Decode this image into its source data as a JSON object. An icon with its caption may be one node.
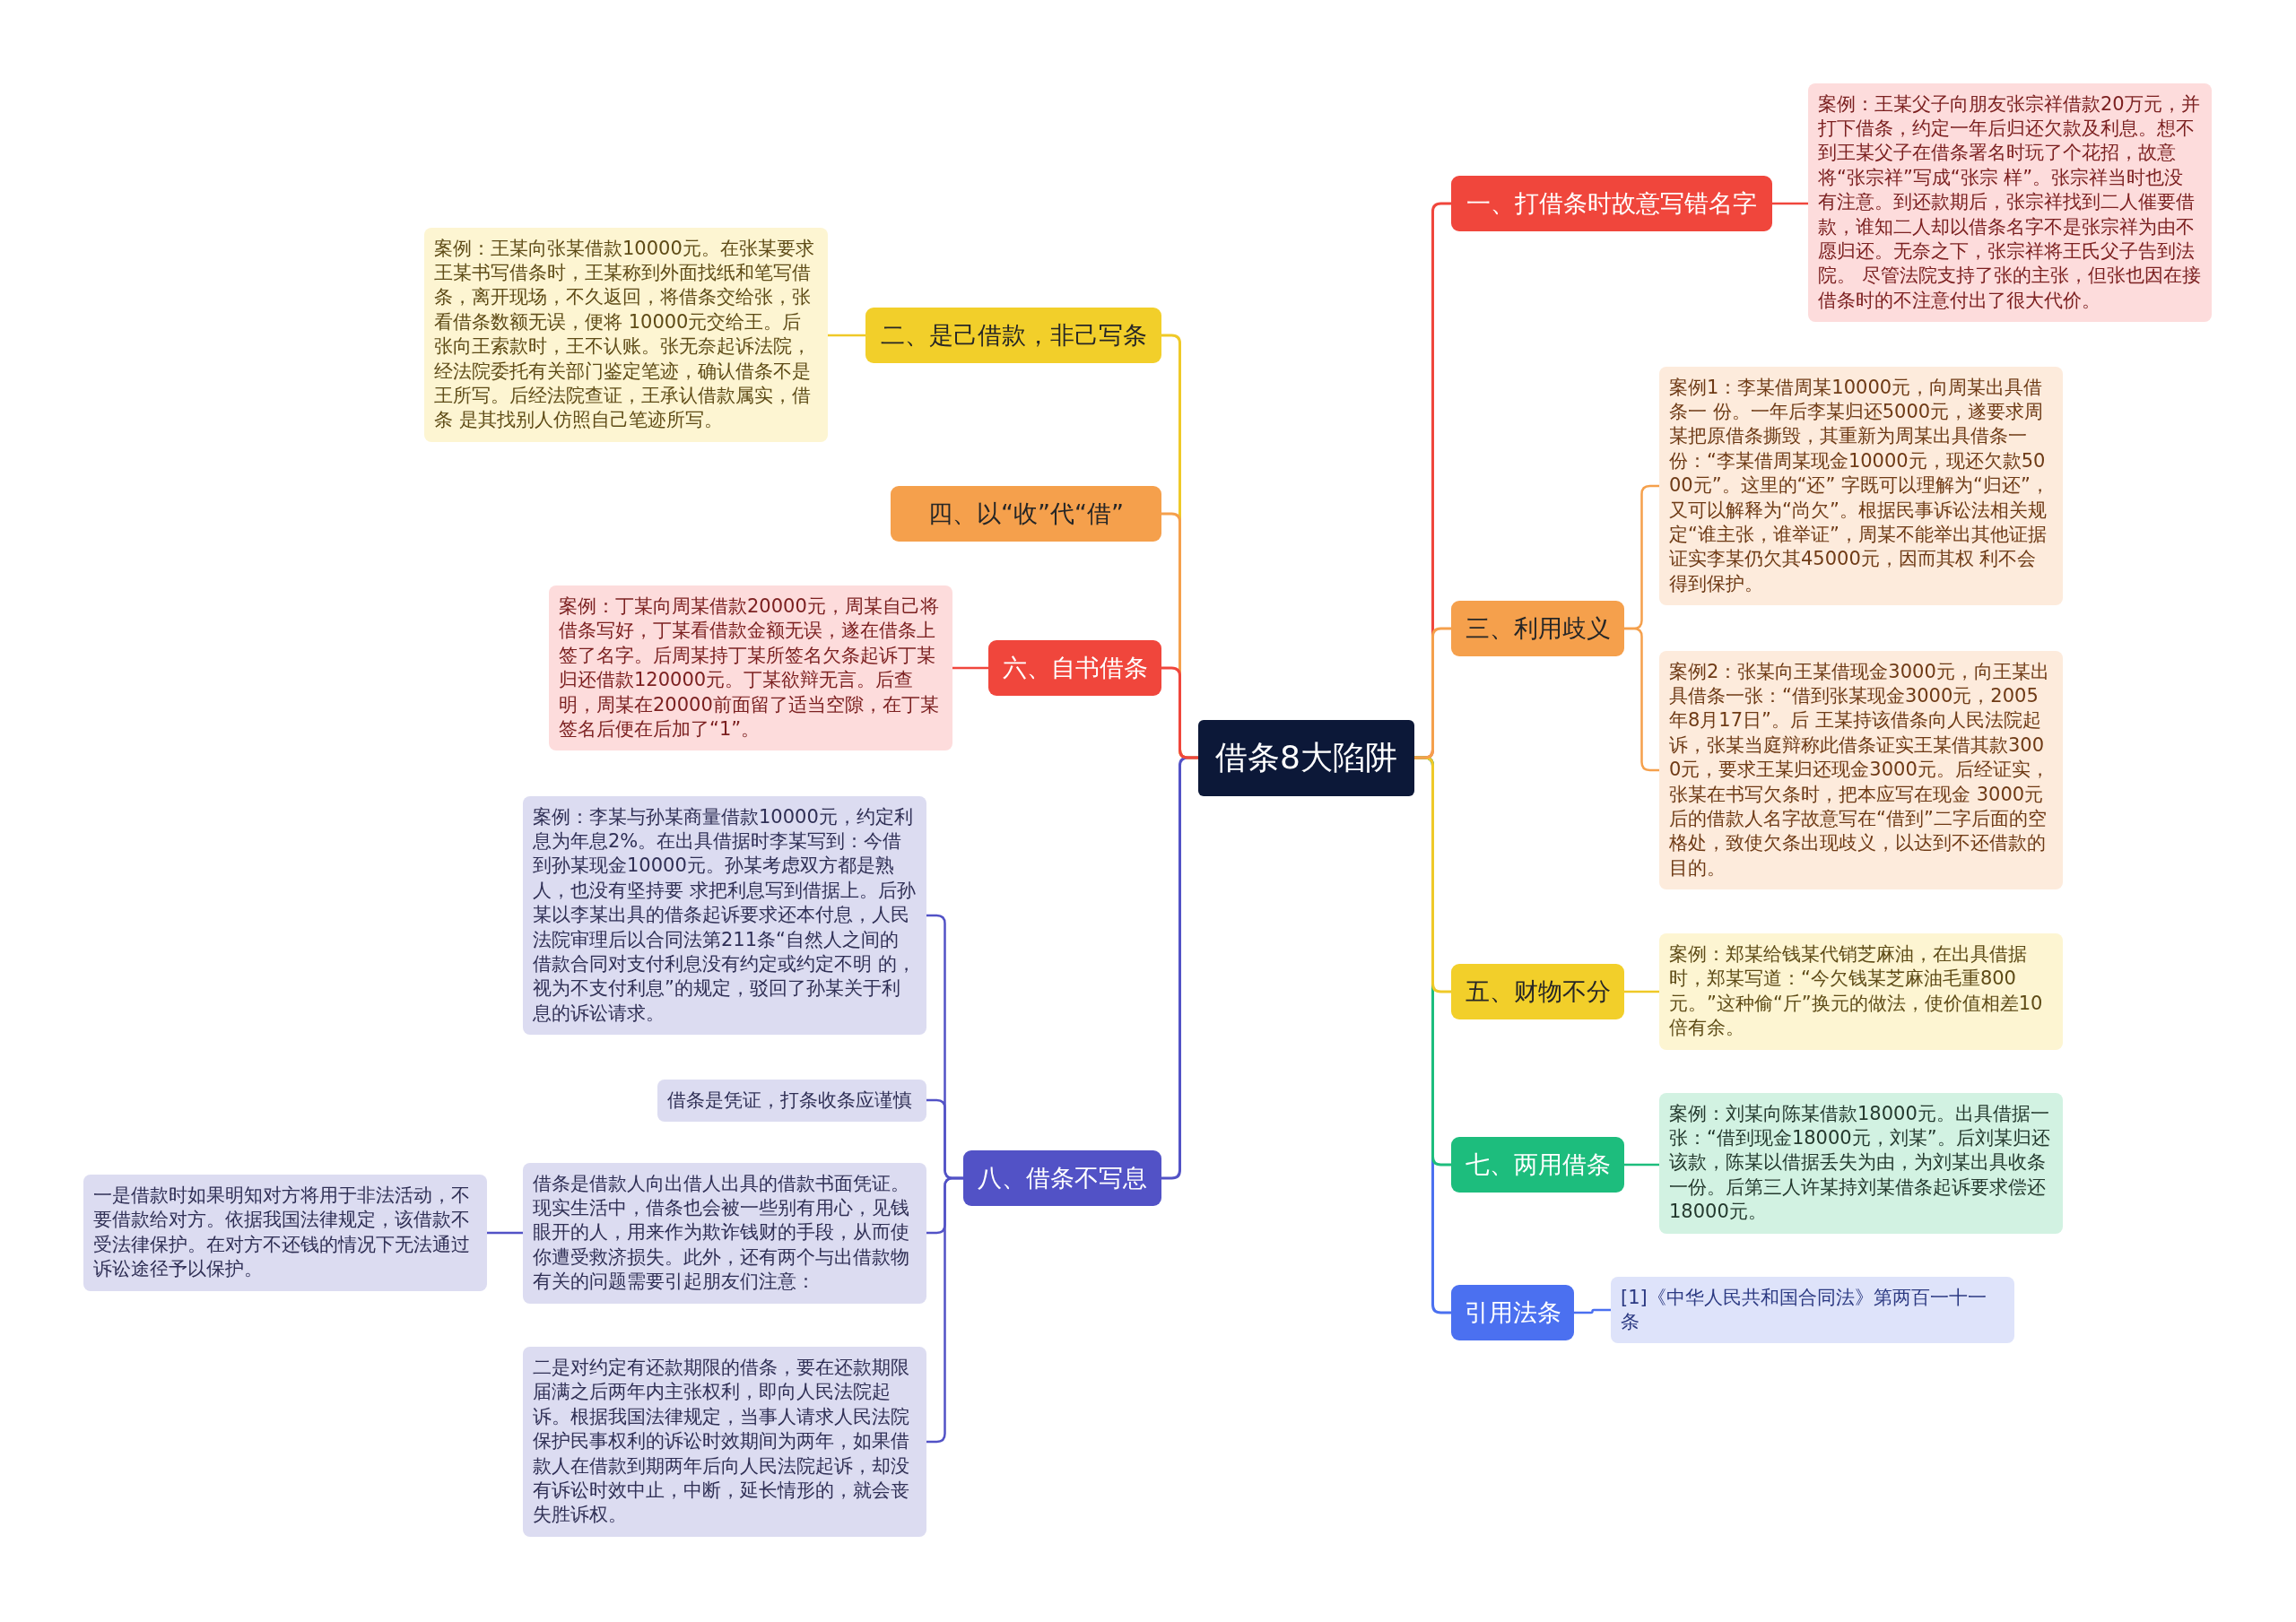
{
  "diagram": {
    "nodes": [
      {
        "text": [
          "借条8大陷阱"
        ]
      },
      {
        "text": [
          "一、打借条时故意写错名字"
        ]
      },
      {
        "text": [
          "案例：王某父子向朋友张宗祥借款20万元，并打下借条，约定一年后归还欠款及利息。想不到王某父子在借条署名时玩了个花招，故意将“张宗祥”写成“张宗 样”。张宗祥当时也没有注意。到还款期后，张宗祥找到二人催要借款，谁知二人却以借条名字不是张宗祥为由不愿归还。无奈之下，张宗祥将王氏父子告到法院。 尽管法院支持了张的主张，但张也因在接借条时的不注意付出了很大代价。"
        ]
      },
      {
        "text": [
          "二、是己借款，非己写条"
        ]
      },
      {
        "text": [
          "案例：王某向张某借款10000元。在张某要求王某书写借条时，王某称到外面找纸和笔写借条，离开现场，不久返回，将借条交给张，张看借条数额无误，便将 10000元交给王。后张向王索款时，王不认账。张无奈起诉法院，经法院委托有关部门鉴定笔迹，确认借条不是王所写。后经法院查证，王承认借款属实，借条 是其找别人仿照自己笔迹所写。"
        ]
      },
      {
        "text": [
          "三、利用歧义"
        ]
      },
      {
        "text": [
          "案例1：李某借周某10000元，向周某出具借条一 份。一年后李某归还5000元，遂要求周某把原借条撕毁，其重新为周某出具借条一份：“李某借周某现金10000元，现还欠款5000元”。这里的“还” 字既可以理解为“归还”，又可以解释为“尚欠”。根据民事诉讼法相关规定“谁主张，谁举证”，周某不能举出其他证据证实李某仍欠其45000元，因而其权 利不会得到保护。"
        ]
      },
      {
        "text": [
          "案例2：张某向王某借现金3000元，向王某出具借条一张：“借到张某现金3000元，2005年8月17日”。后 王某持该借条向人民法院起诉，张某当庭辩称此借条证实王某借其款3000元，要求王某归还现金3000元。后经证实，张某在书写欠条时，把本应写在现金 3000元后的借款人名字故意写在“借到”二字后面的空格处，致使欠条出现歧义，以达到不还借款的目的。"
        ]
      },
      {
        "text": [
          "四、以“收”代“借”"
        ]
      },
      {
        "text": [
          "五、财物不分"
        ]
      },
      {
        "text": [
          "案例：郑某给钱某代销芝麻油，在出具借据时，郑某写道：“今欠钱某芝麻油毛重800元。”这种偷“斤”换元的做法，使价值相差10倍有余。"
        ]
      },
      {
        "text": [
          "六、自书借条"
        ]
      },
      {
        "text": [
          "案例：丁某向周某借款20000元，周某自己将借条写好，丁某看借款金额无误，遂在借条上签了名字。后周某持丁某所签名欠条起诉丁某归还借款120000元。丁某欲辩无言。后查明，周某在20000前面留了适当空隙，在丁某签名后便在后加了“1”。"
        ]
      },
      {
        "text": [
          "七、两用借条"
        ]
      },
      {
        "text": [
          "案例：刘某向陈某借款18000元。出具借据一张：“借到现金18000元，刘某”。后刘某归还该款，陈某以借据丢失为由，为刘某出具收条一份。后第三人许某持刘某借条起诉要求偿还18000元。"
        ]
      },
      {
        "text": [
          "八、借条不写息"
        ]
      },
      {
        "text": [
          "案例：李某与孙某商量借款10000元，约定利息为年息2%。在出具借据时李某写到：今借到孙某现金10000元。孙某考虑双方都是熟人，也没有坚持要 求把利息写到借据上。后孙某以李某出具的借条起诉要求还本付息，人民法院审理后以合同法第211条“自然人之间的借款合同对支付利息没有约定或约定不明 的，视为不支付利息”的规定，驳回了孙某关于利息的诉讼请求。"
        ]
      },
      {
        "text": [
          "借条是凭证，打条收条应谨慎"
        ]
      },
      {
        "text": [
          "借条是借款人向出借人出具的借款书面凭证。现实生活中，借条也会被一些别有用心，见钱眼开的人，用来作为欺诈钱财的手段，从而使你遭受救济损失。此外，还有两个与出借款物有关的问题需要引起朋友们注意："
        ]
      },
      {
        "text": [
          "一是借款时如果明知对方将用于非法活动，不要借款给对方。依据我国法律规定，该借款不受法律保护。在对方不还钱的情况下无法通过诉讼途径予以保护。"
        ]
      },
      {
        "text": [
          "二是对约定有还款期限的借条，要在还款期限届满之后两年内主张权利，即向人民法院起诉。根据我国法律规定，当事人请求人民法院保护民事权利的诉讼时效期间为两年，如果借款人在借款到期两年后向人民法院起诉，却没有诉讼时效中止，中断，延长情形的，就会丧失胜诉权。"
        ]
      },
      {
        "text": [
          "引用法条"
        ]
      },
      {
        "text": [
          "[1]《中华人民共和国合同法》第两百一十一条"
        ]
      }
    ],
    "edges": [
      {
        "from": 0,
        "to": 1,
        "arrow": "none",
        "color": "#f0463c"
      },
      {
        "from": 1,
        "to": 2,
        "arrow": "none",
        "color": "#f0463c"
      },
      {
        "from": 0,
        "to": 3,
        "arrow": "none",
        "color": "#efc928"
      },
      {
        "from": 3,
        "to": 4,
        "arrow": "none",
        "color": "#efc928"
      },
      {
        "from": 0,
        "to": 5,
        "arrow": "none",
        "color": "#f5a04c"
      },
      {
        "from": 5,
        "to": 6,
        "arrow": "none",
        "color": "#f5a04c"
      },
      {
        "from": 5,
        "to": 7,
        "arrow": "none",
        "color": "#f5a04c"
      },
      {
        "from": 0,
        "to": 8,
        "arrow": "none",
        "color": "#f5a04c"
      },
      {
        "from": 0,
        "to": 9,
        "arrow": "none",
        "color": "#efc928"
      },
      {
        "from": 9,
        "to": 10,
        "arrow": "none",
        "color": "#efc928"
      },
      {
        "from": 0,
        "to": 11,
        "arrow": "none",
        "color": "#f0463c"
      },
      {
        "from": 11,
        "to": 12,
        "arrow": "none",
        "color": "#f0463c"
      },
      {
        "from": 0,
        "to": 13,
        "arrow": "none",
        "color": "#1dbd7d"
      },
      {
        "from": 13,
        "to": 14,
        "arrow": "none",
        "color": "#1dbd7d"
      },
      {
        "from": 0,
        "to": 15,
        "arrow": "none"
      },
      {
        "from": 15,
        "to": 16,
        "arrow": "none"
      },
      {
        "from": 15,
        "to": 17,
        "arrow": "none"
      },
      {
        "from": 15,
        "to": 18,
        "arrow": "none"
      },
      {
        "from": 18,
        "to": 19,
        "arrow": "none"
      },
      {
        "from": 15,
        "to": 20,
        "arrow": "none"
      },
      {
        "from": 0,
        "to": 21,
        "arrow": "none",
        "color": "#4b70f0"
      },
      {
        "from": 21,
        "to": 22,
        "arrow": "none",
        "color": "#4b70f0"
      }
    ]
  }
}
